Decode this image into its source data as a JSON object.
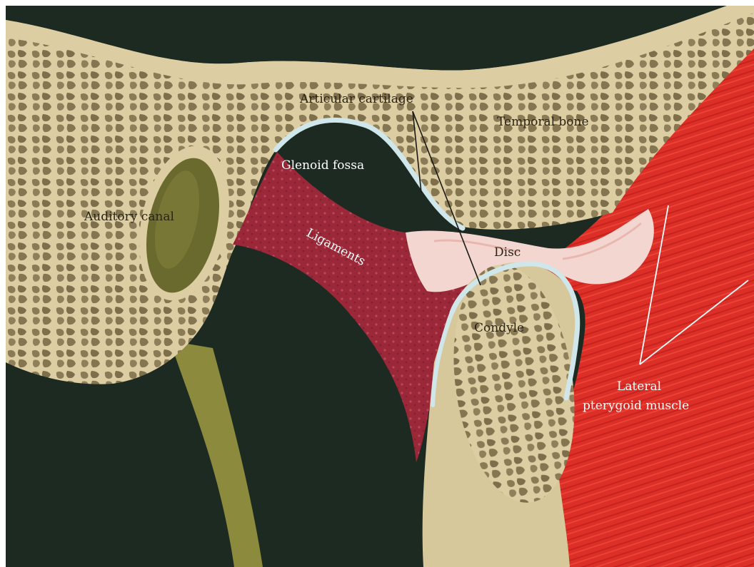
{
  "colors": {
    "background": "#1c2a22",
    "bone": "#dccda2",
    "bone_pore": "#8a7b56",
    "canal": "#6b6a2e",
    "ligament": "#9c2a3a",
    "disc": "#f4d6d0",
    "cartilage": "#cfe6ea",
    "muscle": "#e0322a"
  },
  "labels": {
    "articular_cartilage": "Articular cartilage",
    "temporal_bone": "Temporal bone",
    "glenoid_fossa": "Glenoid fossa",
    "auditory_canal": "Auditory canal",
    "ligaments": "Ligaments",
    "disc": "Disc",
    "condyle": "Condyle",
    "lateral_pterygoid_line1": "Lateral",
    "lateral_pterygoid_line2": "pterygoid muscle"
  }
}
